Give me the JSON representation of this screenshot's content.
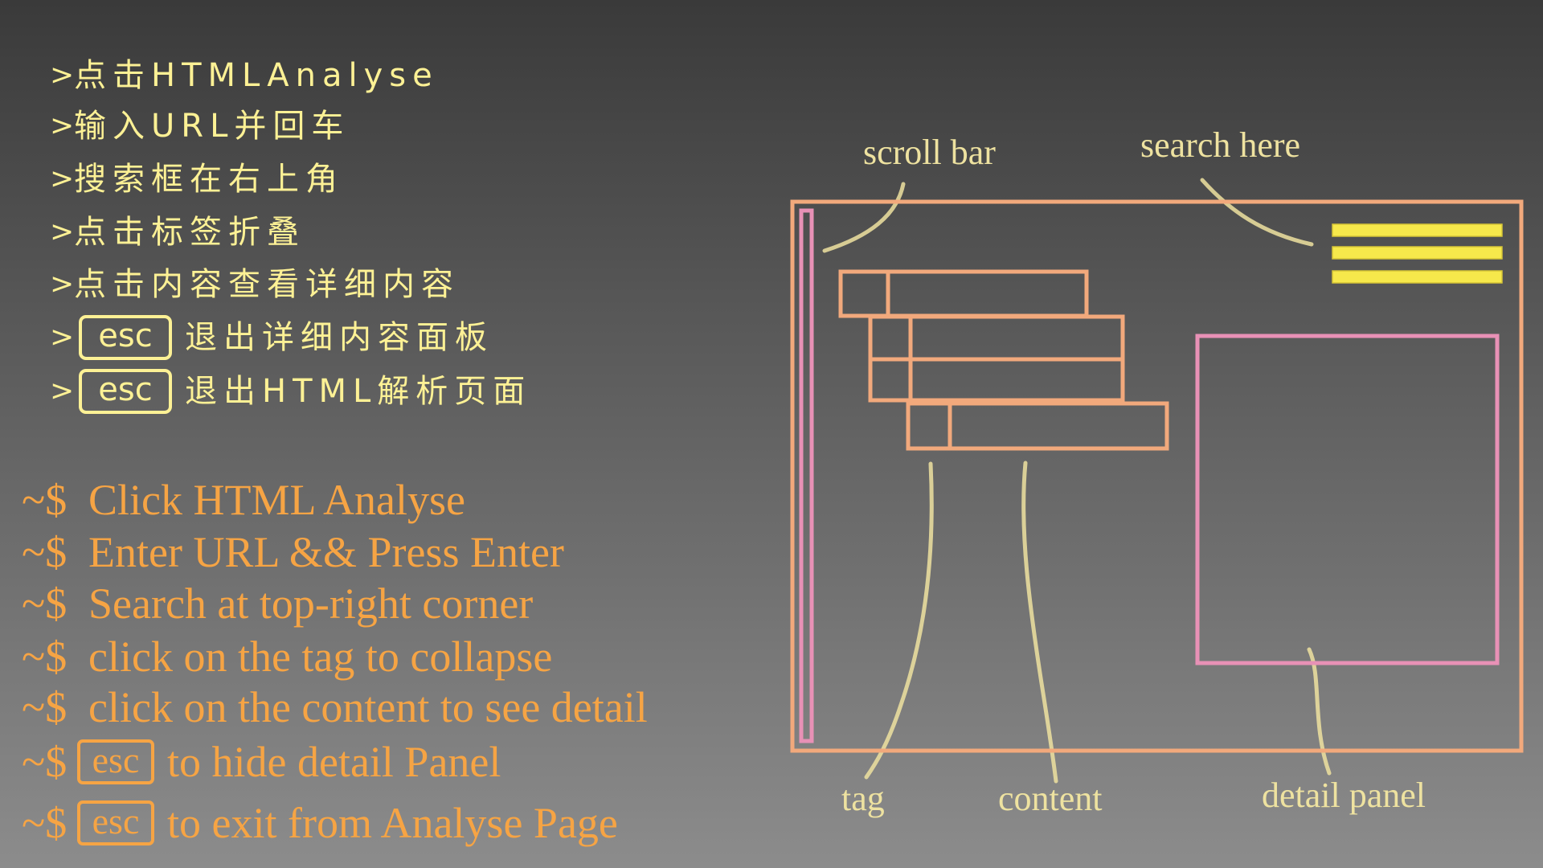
{
  "instructions_zh": [
    {
      "prefix": ">",
      "text": "点击HTMLAnalyse"
    },
    {
      "prefix": ">",
      "text": "输入URL并回车"
    },
    {
      "prefix": ">",
      "text": "搜索框在右上角"
    },
    {
      "prefix": ">",
      "text": "点击标签折叠"
    },
    {
      "prefix": ">",
      "text": "点击内容查看详细内容"
    },
    {
      "prefix": ">",
      "key": "esc",
      "text": "退出详细内容面板"
    },
    {
      "prefix": ">",
      "key": "esc",
      "text": "退出HTML解析页面"
    }
  ],
  "instructions_en": [
    {
      "prefix": "~$",
      "text": "Click HTML Analyse"
    },
    {
      "prefix": "~$",
      "text": "Enter URL && Press Enter"
    },
    {
      "prefix": "~$",
      "text": "Search at top-right corner"
    },
    {
      "prefix": "~$",
      "text": "click on the tag to collapse"
    },
    {
      "prefix": "~$",
      "text": "click on the content to see detail"
    },
    {
      "prefix": "~$",
      "key": "esc",
      "text": "to hide detail Panel"
    },
    {
      "prefix": "~$",
      "key": "esc",
      "text": "to exit from Analyse Page"
    }
  ],
  "diagram": {
    "labels": {
      "scroll_bar": "scroll bar",
      "search": "search here",
      "tag": "tag",
      "content": "content",
      "detail_panel": "detail panel"
    }
  },
  "colors": {
    "bg_top": "#3a3a3a",
    "bg_bottom": "#8c8c8c",
    "zh_text": "#fdf195",
    "en_text": "#f6a444",
    "frame": "#f2a97c",
    "pink": "#e891b6",
    "search_bar": "#f6e84b",
    "annotation": "#eee2a0"
  }
}
